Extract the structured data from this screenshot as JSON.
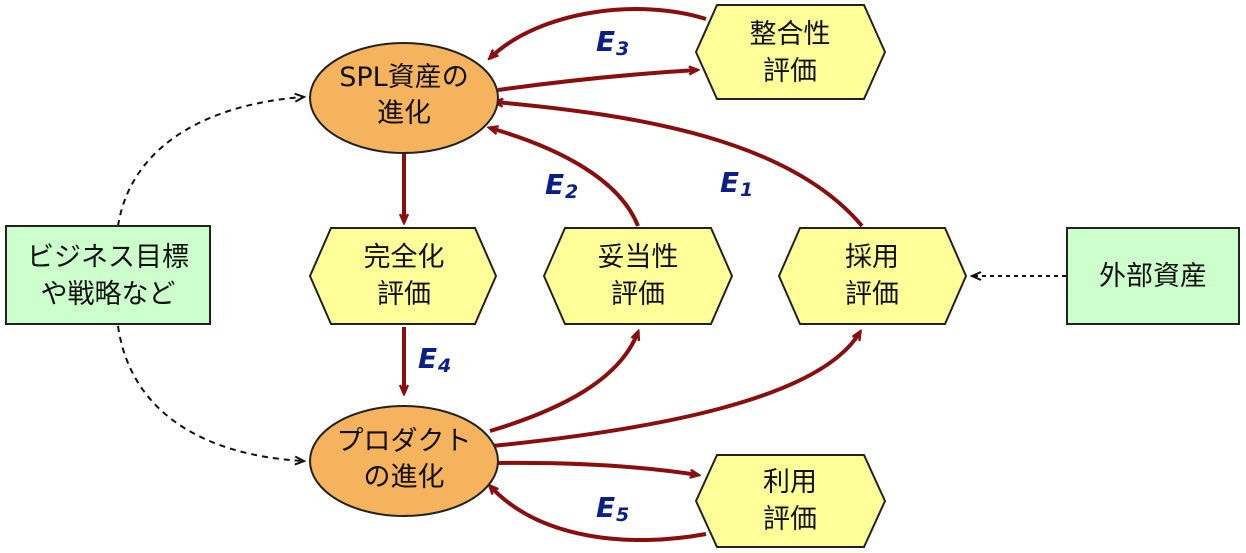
{
  "nodes": {
    "spl_asset_evolution": {
      "line1": "SPL資産の",
      "line2": "進化"
    },
    "product_evolution": {
      "line1": "プロダクト",
      "line2": "の進化"
    },
    "consistency_eval": {
      "line1": "整合性",
      "line2": "評価"
    },
    "completeness_eval": {
      "line1": "完全化",
      "line2": "評価"
    },
    "validity_eval": {
      "line1": "妥当性",
      "line2": "評価"
    },
    "adoption_eval": {
      "line1": "採用",
      "line2": "評価"
    },
    "usage_eval": {
      "line1": "利用",
      "line2": "評価"
    },
    "business_goals": {
      "line1": "ビジネス目標",
      "line2": "や戦略など"
    },
    "external_assets": {
      "line1": "外部資産"
    }
  },
  "edges": {
    "e1": {
      "letter": "E",
      "index": "1"
    },
    "e2": {
      "letter": "E",
      "index": "2"
    },
    "e3": {
      "letter": "E",
      "index": "3"
    },
    "e4": {
      "letter": "E",
      "index": "4"
    },
    "e5": {
      "letter": "E",
      "index": "5"
    }
  },
  "colors": {
    "ellipse_fill": "#f6b35e",
    "hexagon_fill": "#ffff99",
    "box_fill": "#ccffcc",
    "arrow": "#8b0e0e",
    "edge_label": "#0b1f8a"
  }
}
